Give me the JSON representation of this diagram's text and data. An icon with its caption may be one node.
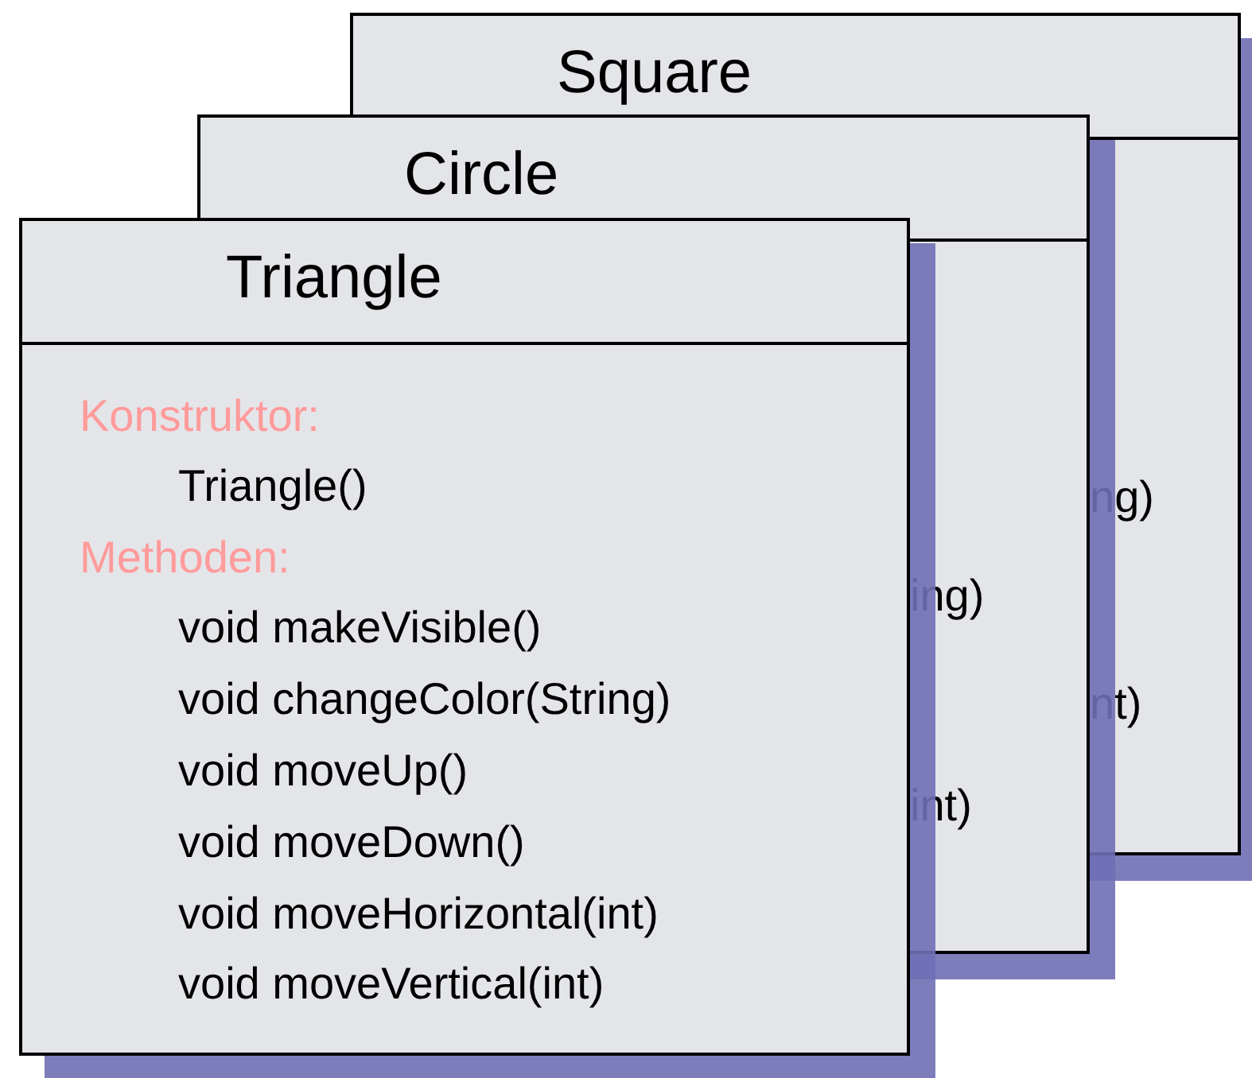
{
  "diagram": {
    "nodes": [
      {
        "text": [
          "Square"
        ]
      },
      {
        "text": [
          "Circle"
        ]
      },
      {
        "text": [
          "Triangle",
          "Konstruktor:",
          "Triangle()",
          "Methoden:",
          "void makeVisible()",
          "void changeColor(String)",
          "void moveUp()",
          "void moveDown()",
          "void moveHorizontal(int)",
          "void moveVertical(int)"
        ]
      }
    ],
    "edges": [],
    "labels": [
      "ng)",
      "ing)",
      "nt)",
      "int)"
    ]
  }
}
